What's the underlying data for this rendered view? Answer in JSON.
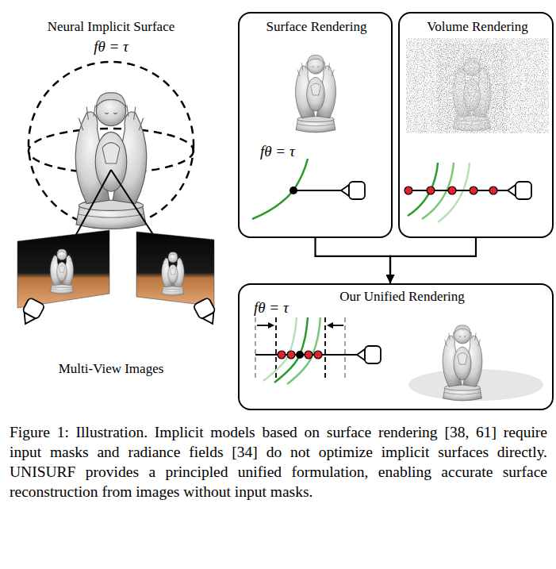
{
  "diagram": {
    "caption": "Figure 1: Illustration. Implicit models based on surface rendering [38, 61] require input masks and radiance fields [34] do not optimize implicit surfaces directly. UNISURF provides a principled unified formulation, enabling accurate surface reconstruction from images without input masks.",
    "nodes": [
      {
        "text": [
          "Surface Rendering",
          "fθ = τ"
        ]
      },
      {
        "text": [
          "Volume Rendering"
        ]
      },
      {
        "text": [
          "Our Unified Rendering",
          "fθ = τ"
        ]
      }
    ],
    "edges": [
      {
        "from": 0,
        "to": 2,
        "arrow": "to"
      },
      {
        "from": 1,
        "to": 2,
        "arrow": "to"
      }
    ],
    "labels": [
      "Neural Implicit Surface",
      "fθ = τ",
      "Multi-View Images"
    ]
  }
}
